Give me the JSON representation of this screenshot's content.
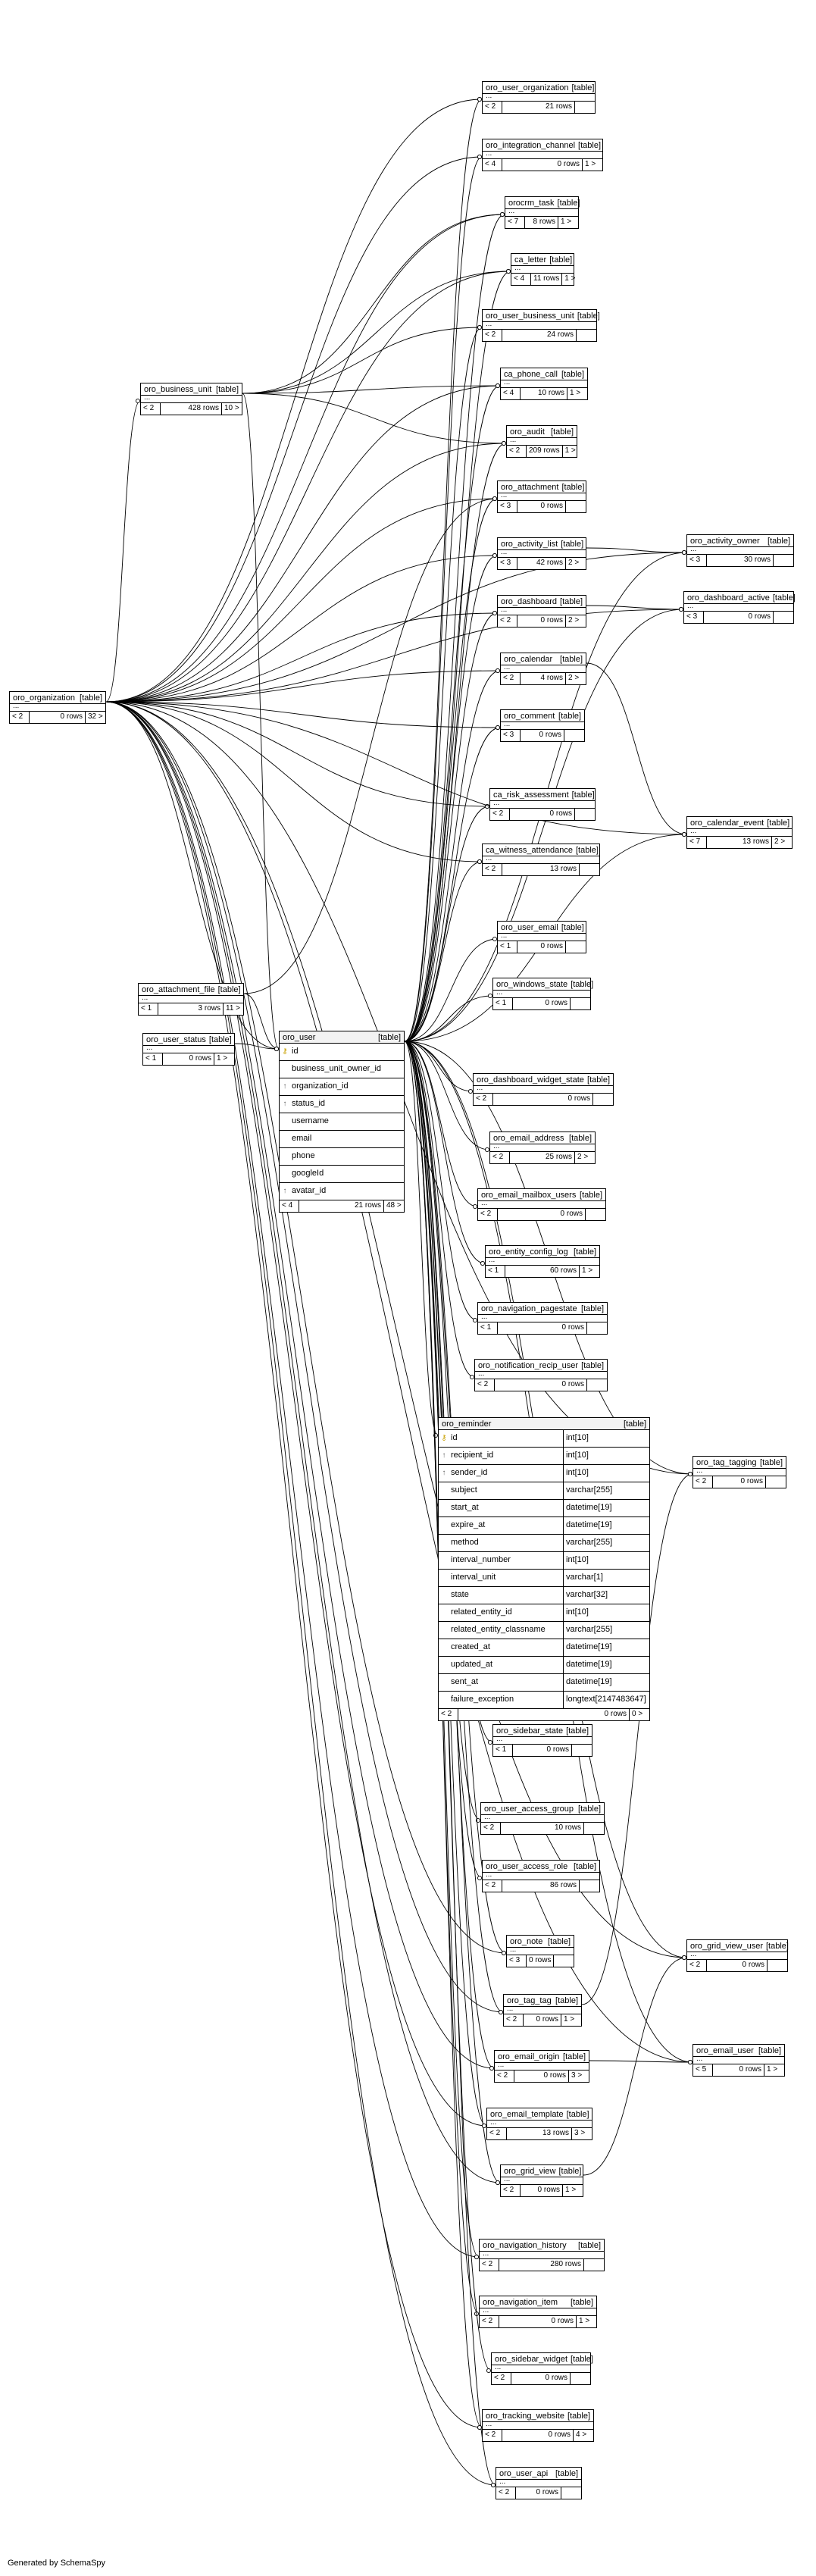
{
  "footer": "Generated by SchemaSpy",
  "tag": "[table]",
  "tables": [
    {
      "id": "oro_organization",
      "name": "oro_organization",
      "cols": [],
      "left": "< 2",
      "rows": "0 rows",
      "right": "32 >"
    },
    {
      "id": "oro_business_unit",
      "name": "oro_business_unit",
      "cols": [],
      "left": "< 2",
      "rows": "428 rows",
      "right": "10 >"
    },
    {
      "id": "oro_attachment_file",
      "name": "oro_attachment_file",
      "cols": [],
      "left": "< 1",
      "rows": "3 rows",
      "right": "11 >"
    },
    {
      "id": "oro_user_status",
      "name": "oro_user_status",
      "cols": [],
      "left": "< 1",
      "rows": "0 rows",
      "right": "1 >"
    },
    {
      "id": "oro_user",
      "name": "oro_user",
      "cols": [
        {
          "k": "key",
          "n": "id"
        },
        {
          "k": "",
          "n": "business_unit_owner_id"
        },
        {
          "k": "fk",
          "n": "organization_id"
        },
        {
          "k": "fk",
          "n": "status_id"
        },
        {
          "k": "",
          "n": "username"
        },
        {
          "k": "",
          "n": "email"
        },
        {
          "k": "",
          "n": "phone"
        },
        {
          "k": "",
          "n": "googleId"
        },
        {
          "k": "fk",
          "n": "avatar_id"
        }
      ],
      "left": "< 4",
      "rows": "21 rows",
      "right": "48 >"
    },
    {
      "id": "oro_user_organization",
      "name": "oro_user_organization",
      "cols": [],
      "left": "< 2",
      "rows": "21 rows",
      "right": ""
    },
    {
      "id": "oro_integration_channel",
      "name": "oro_integration_channel",
      "cols": [],
      "left": "< 4",
      "rows": "0 rows",
      "right": "1 >"
    },
    {
      "id": "orocrm_task",
      "name": "orocrm_task",
      "cols": [],
      "left": "< 7",
      "rows": "8 rows",
      "right": "1 >"
    },
    {
      "id": "ca_letter",
      "name": "ca_letter",
      "cols": [],
      "left": "< 4",
      "rows": "11 rows",
      "right": "1 >"
    },
    {
      "id": "oro_user_business_unit",
      "name": "oro_user_business_unit",
      "cols": [],
      "left": "< 2",
      "rows": "24 rows",
      "right": ""
    },
    {
      "id": "ca_phone_call",
      "name": "ca_phone_call",
      "cols": [],
      "left": "< 4",
      "rows": "10 rows",
      "right": "1 >"
    },
    {
      "id": "oro_audit",
      "name": "oro_audit",
      "cols": [],
      "left": "< 2",
      "rows": "209 rows",
      "right": "1 >"
    },
    {
      "id": "oro_attachment",
      "name": "oro_attachment",
      "cols": [],
      "left": "< 3",
      "rows": "0 rows",
      "right": ""
    },
    {
      "id": "oro_activity_list",
      "name": "oro_activity_list",
      "cols": [],
      "left": "< 3",
      "rows": "42 rows",
      "right": "2 >"
    },
    {
      "id": "oro_dashboard",
      "name": "oro_dashboard",
      "cols": [],
      "left": "< 2",
      "rows": "0 rows",
      "right": "2 >"
    },
    {
      "id": "oro_calendar",
      "name": "oro_calendar",
      "cols": [],
      "left": "< 2",
      "rows": "4 rows",
      "right": "2 >"
    },
    {
      "id": "oro_comment",
      "name": "oro_comment",
      "cols": [],
      "left": "< 3",
      "rows": "0 rows",
      "right": ""
    },
    {
      "id": "ca_risk_assessment",
      "name": "ca_risk_assessment",
      "cols": [],
      "left": "< 2",
      "rows": "0 rows",
      "right": ""
    },
    {
      "id": "ca_witness_attendance",
      "name": "ca_witness_attendance",
      "cols": [],
      "left": "< 2",
      "rows": "13 rows",
      "right": ""
    },
    {
      "id": "oro_user_email",
      "name": "oro_user_email",
      "cols": [],
      "left": "< 1",
      "rows": "0 rows",
      "right": ""
    },
    {
      "id": "oro_windows_state",
      "name": "oro_windows_state",
      "cols": [],
      "left": "< 1",
      "rows": "0 rows",
      "right": ""
    },
    {
      "id": "oro_dashboard_widget_state",
      "name": "oro_dashboard_widget_state",
      "cols": [],
      "left": "< 2",
      "rows": "0 rows",
      "right": ""
    },
    {
      "id": "oro_email_address",
      "name": "oro_email_address",
      "cols": [],
      "left": "< 2",
      "rows": "25 rows",
      "right": "2 >"
    },
    {
      "id": "oro_email_mailbox_users",
      "name": "oro_email_mailbox_users",
      "cols": [],
      "left": "< 2",
      "rows": "0 rows",
      "right": ""
    },
    {
      "id": "oro_entity_config_log",
      "name": "oro_entity_config_log",
      "cols": [],
      "left": "< 1",
      "rows": "60 rows",
      "right": "1 >"
    },
    {
      "id": "oro_navigation_pagestate",
      "name": "oro_navigation_pagestate",
      "cols": [],
      "left": "< 1",
      "rows": "0 rows",
      "right": ""
    },
    {
      "id": "oro_notification_recip_user",
      "name": "oro_notification_recip_user",
      "cols": [],
      "left": "< 2",
      "rows": "0 rows",
      "right": ""
    },
    {
      "id": "oro_reminder",
      "name": "oro_reminder",
      "typed": true,
      "cols": [
        {
          "k": "key",
          "n": "id",
          "t": "int[10]"
        },
        {
          "k": "fk",
          "n": "recipient_id",
          "t": "int[10]"
        },
        {
          "k": "fk",
          "n": "sender_id",
          "t": "int[10]"
        },
        {
          "k": "",
          "n": "subject",
          "t": "varchar[255]"
        },
        {
          "k": "",
          "n": "start_at",
          "t": "datetime[19]"
        },
        {
          "k": "",
          "n": "expire_at",
          "t": "datetime[19]"
        },
        {
          "k": "",
          "n": "method",
          "t": "varchar[255]"
        },
        {
          "k": "",
          "n": "interval_number",
          "t": "int[10]"
        },
        {
          "k": "",
          "n": "interval_unit",
          "t": "varchar[1]"
        },
        {
          "k": "",
          "n": "state",
          "t": "varchar[32]"
        },
        {
          "k": "",
          "n": "related_entity_id",
          "t": "int[10]"
        },
        {
          "k": "",
          "n": "related_entity_classname",
          "t": "varchar[255]"
        },
        {
          "k": "",
          "n": "created_at",
          "t": "datetime[19]"
        },
        {
          "k": "",
          "n": "updated_at",
          "t": "datetime[19]"
        },
        {
          "k": "",
          "n": "sent_at",
          "t": "datetime[19]"
        },
        {
          "k": "",
          "n": "failure_exception",
          "t": "longtext[2147483647]"
        }
      ],
      "left": "< 2",
      "rows": "0 rows",
      "right": "0 >"
    },
    {
      "id": "oro_sidebar_state",
      "name": "oro_sidebar_state",
      "cols": [],
      "left": "< 1",
      "rows": "0 rows",
      "right": ""
    },
    {
      "id": "oro_user_access_group",
      "name": "oro_user_access_group",
      "cols": [],
      "left": "< 2",
      "rows": "10 rows",
      "right": ""
    },
    {
      "id": "oro_user_access_role",
      "name": "oro_user_access_role",
      "cols": [],
      "left": "< 2",
      "rows": "86 rows",
      "right": ""
    },
    {
      "id": "oro_note",
      "name": "oro_note",
      "cols": [],
      "left": "< 3",
      "rows": "0 rows",
      "right": ""
    },
    {
      "id": "oro_tag_tag",
      "name": "oro_tag_tag",
      "cols": [],
      "left": "< 2",
      "rows": "0 rows",
      "right": "1 >"
    },
    {
      "id": "oro_email_origin",
      "name": "oro_email_origin",
      "cols": [],
      "left": "< 2",
      "rows": "0 rows",
      "right": "3 >"
    },
    {
      "id": "oro_email_template",
      "name": "oro_email_template",
      "cols": [],
      "left": "< 2",
      "rows": "13 rows",
      "right": "3 >"
    },
    {
      "id": "oro_grid_view",
      "name": "oro_grid_view",
      "cols": [],
      "left": "< 2",
      "rows": "0 rows",
      "right": "1 >"
    },
    {
      "id": "oro_navigation_history",
      "name": "oro_navigation_history",
      "cols": [],
      "left": "< 2",
      "rows": "280 rows",
      "right": ""
    },
    {
      "id": "oro_navigation_item",
      "name": "oro_navigation_item",
      "cols": [],
      "left": "< 2",
      "rows": "0 rows",
      "right": "1 >"
    },
    {
      "id": "oro_sidebar_widget",
      "name": "oro_sidebar_widget",
      "cols": [],
      "left": "< 2",
      "rows": "0 rows",
      "right": ""
    },
    {
      "id": "oro_tracking_website",
      "name": "oro_tracking_website",
      "cols": [],
      "left": "< 2",
      "rows": "0 rows",
      "right": "4 >"
    },
    {
      "id": "oro_user_api",
      "name": "oro_user_api",
      "cols": [],
      "left": "< 2",
      "rows": "0 rows",
      "right": ""
    },
    {
      "id": "oro_activity_owner",
      "name": "oro_activity_owner",
      "cols": [],
      "left": "< 3",
      "rows": "30 rows",
      "right": ""
    },
    {
      "id": "oro_dashboard_active",
      "name": "oro_dashboard_active",
      "cols": [],
      "left": "< 3",
      "rows": "0 rows",
      "right": ""
    },
    {
      "id": "oro_calendar_event",
      "name": "oro_calendar_event",
      "cols": [],
      "left": "< 7",
      "rows": "13 rows",
      "right": "2 >"
    },
    {
      "id": "oro_tag_tagging",
      "name": "oro_tag_tagging",
      "cols": [],
      "left": "< 2",
      "rows": "0 rows",
      "right": ""
    },
    {
      "id": "oro_grid_view_user",
      "name": "oro_grid_view_user",
      "cols": [],
      "left": "< 2",
      "rows": "0 rows",
      "right": ""
    },
    {
      "id": "oro_email_user",
      "name": "oro_email_user",
      "cols": [],
      "left": "< 5",
      "rows": "0 rows",
      "right": "1 >"
    }
  ]
}
